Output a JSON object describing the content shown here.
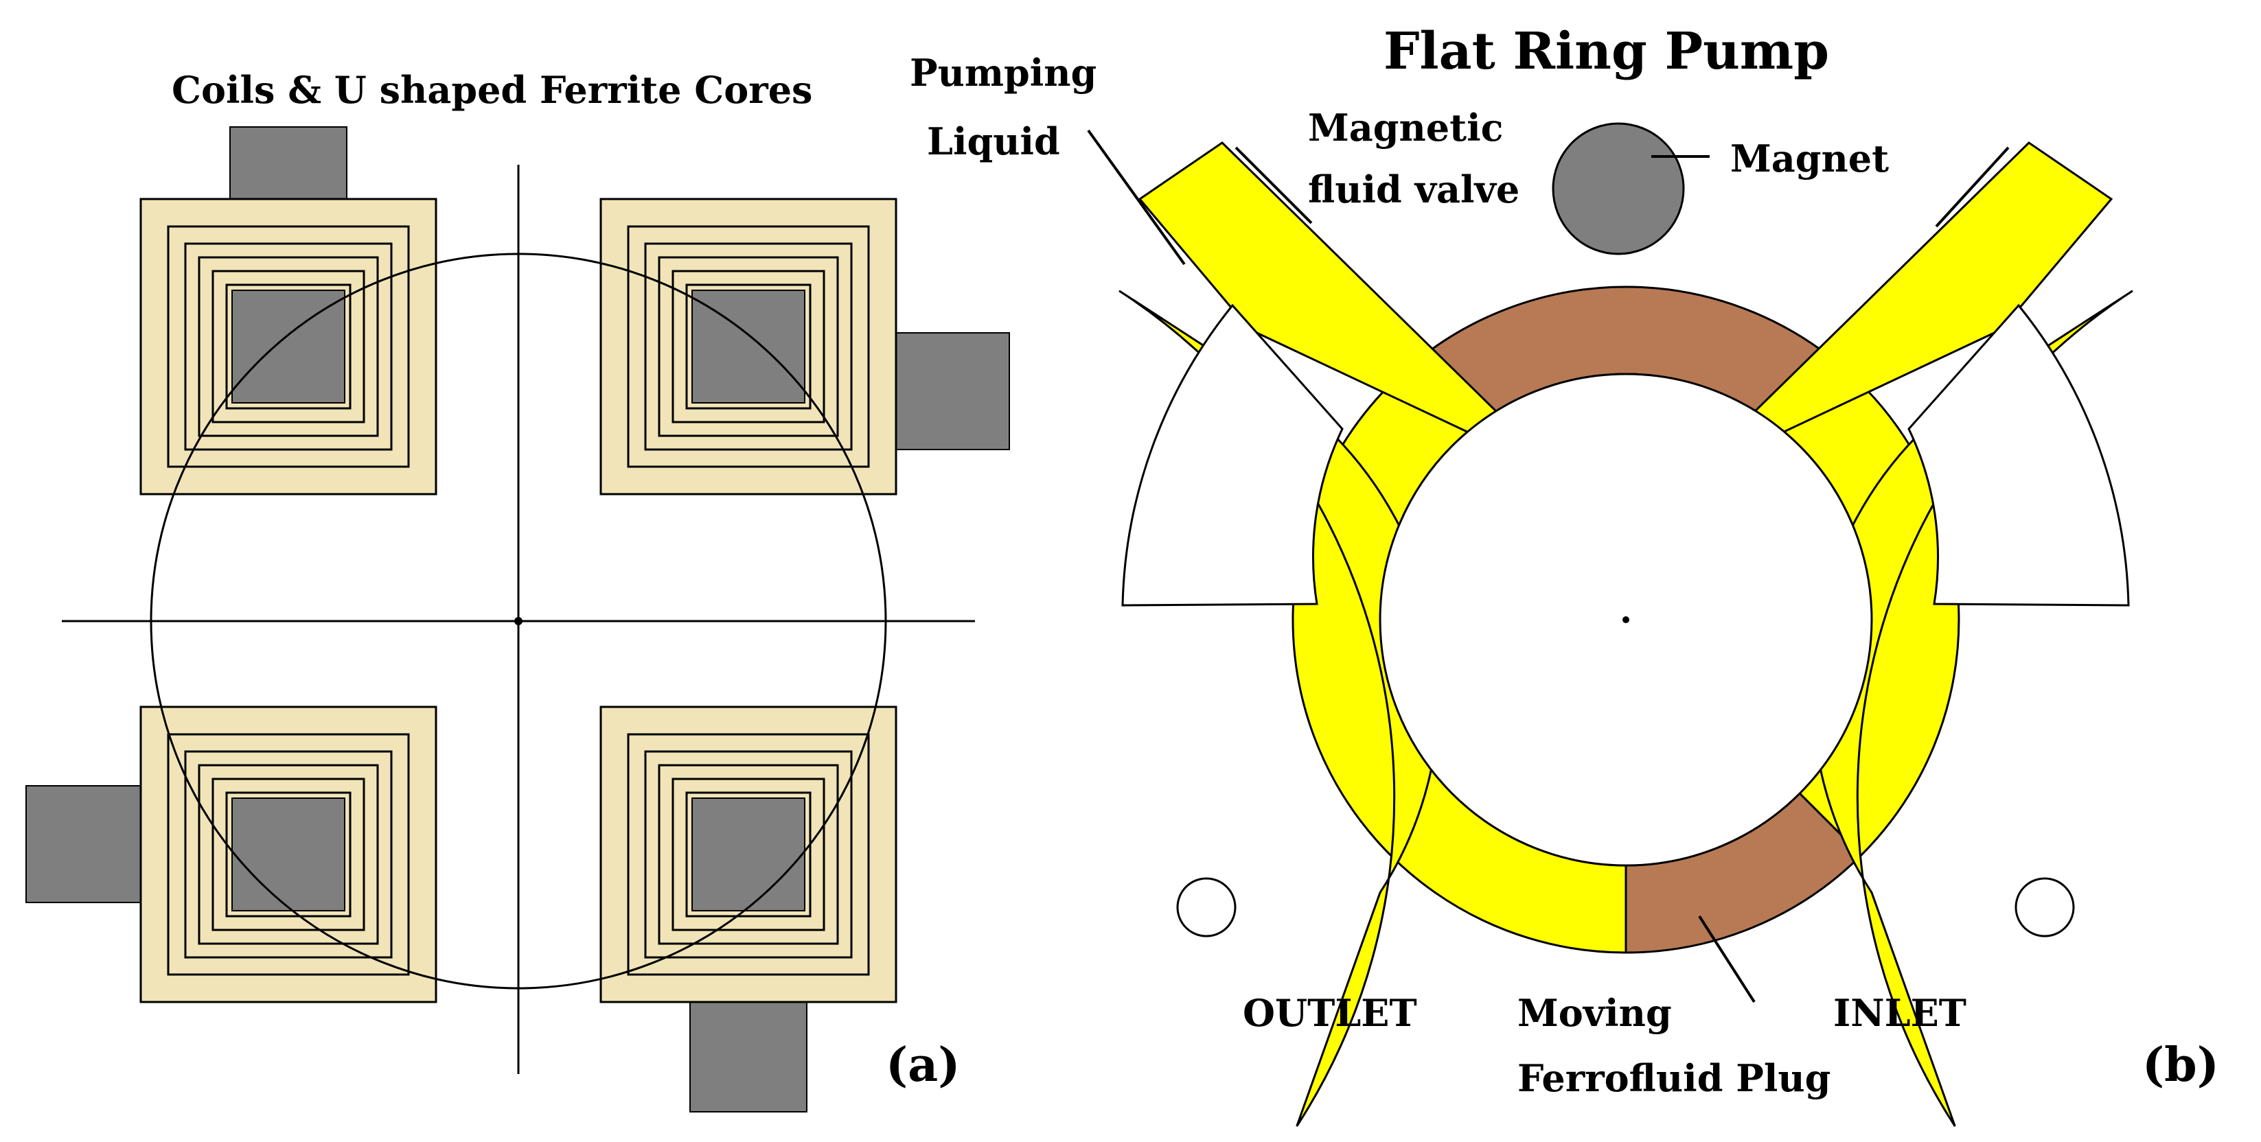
{
  "panel_a": {
    "title": "Coils & U shaped Ferrite Cores",
    "panel_label": "(a)"
  },
  "panel_b": {
    "title": "Flat Ring Pump",
    "labels": {
      "pumping_line1": "Pumping",
      "pumping_line2": "Liquid",
      "valve_line1": "Magnetic",
      "valve_line2": "fluid valve",
      "magnet": "Magnet",
      "outlet": "OUTLET",
      "inlet": "INLET",
      "plug_line1": "Moving",
      "plug_line2": "Ferrofluid Plug"
    },
    "panel_label": "(b)"
  },
  "colors": {
    "coil_fill": "#f1e4b8",
    "core_gray": "#7f7f7f",
    "yellow": "#ffff00",
    "ferrofluid_brown": "#b77a55",
    "line": "#000000"
  }
}
